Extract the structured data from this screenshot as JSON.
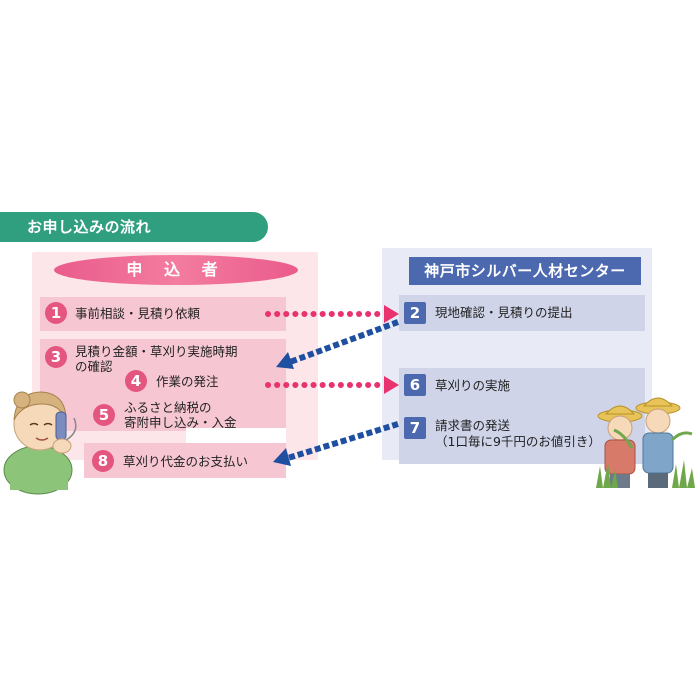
{
  "header": {
    "title": "お申し込みの流れ"
  },
  "applicant": {
    "title": "申 込 者",
    "steps": [
      {
        "number": "1",
        "text": "事前相談・見積り依頼"
      },
      {
        "number": "3",
        "line1": "見積り金額・草刈り実施時期",
        "line2": "の確認"
      },
      {
        "number": "4",
        "text": "作業の発注"
      },
      {
        "number": "5",
        "line1": "ふるさと納税の",
        "line2": "寄附申し込み・入金"
      },
      {
        "number": "8",
        "text": "草刈り代金のお支払い"
      }
    ]
  },
  "center": {
    "title": "神戸市シルバー人材センター",
    "steps": [
      {
        "number": "2",
        "text": "現地確認・見積りの提出"
      },
      {
        "number": "6",
        "text": "草刈りの実施"
      },
      {
        "number": "7",
        "line1": "請求書の発送",
        "line2": "（1口毎に9千円のお値引き）"
      }
    ]
  },
  "colors": {
    "header_green": "#2f9f7f",
    "applicant_pink": "#e4557f",
    "center_blue": "#4c69b0",
    "arrow_pink": "#e8336f",
    "arrow_blue": "#1f4fa0"
  },
  "illustrations": {
    "left": "elderly-woman-on-phone",
    "right": "farmers-with-hats"
  }
}
